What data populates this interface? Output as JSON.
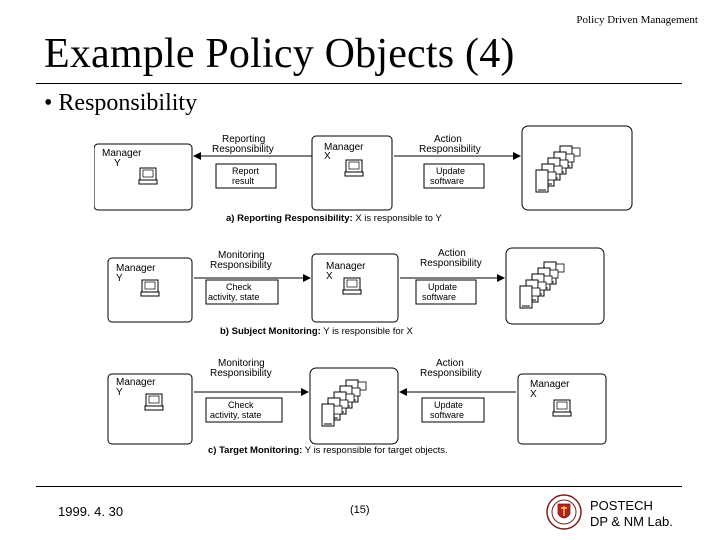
{
  "header": {
    "course": "Policy Driven Management"
  },
  "slide": {
    "title": "Example Policy Objects (4)",
    "bullet": "• Responsibility"
  },
  "diagram": {
    "a": {
      "manager_left": [
        "Manager",
        "Y"
      ],
      "manager_mid": [
        "Manager",
        "X"
      ],
      "label_left": [
        "Reporting",
        "Responsibility"
      ],
      "label_right": [
        "Action",
        "Responsibility"
      ],
      "box_left": [
        "Report",
        "result"
      ],
      "box_right": [
        "Update",
        "software"
      ],
      "caption_bold": "a) Reporting Responsibility:",
      "caption_rest": " X is responsible to Y"
    },
    "b": {
      "manager_left": [
        "Manager",
        "Y"
      ],
      "manager_mid": [
        "Manager",
        "X"
      ],
      "label_left": [
        "Monitoring",
        "Responsibility"
      ],
      "label_right": [
        "Action",
        "Responsibility"
      ],
      "box_left": [
        "Check",
        "activity, state"
      ],
      "box_right": [
        "Update",
        "software"
      ],
      "caption_bold": "b) Subject Monitoring:",
      "caption_rest": " Y is responsible for X"
    },
    "c": {
      "manager_left": [
        "Manager",
        "Y"
      ],
      "manager_right": [
        "Manager",
        "X"
      ],
      "label_left": [
        "Monitoring",
        "Responsibility"
      ],
      "label_right": [
        "Action",
        "Responsibility"
      ],
      "box_left": [
        "Check",
        "activity, state"
      ],
      "box_right": [
        "Update",
        "software"
      ],
      "caption_bold": "c) Target Monitoring:",
      "caption_rest": " Y is responsible for target objects."
    }
  },
  "footer": {
    "date": "1999. 4. 30",
    "page": "(15)",
    "lab_line1": "POSTECH",
    "lab_line2": "DP & NM Lab."
  }
}
